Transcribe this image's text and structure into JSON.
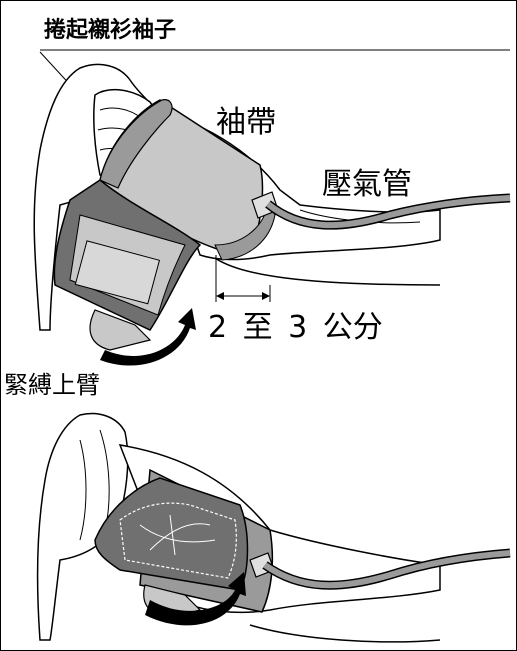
{
  "steps": {
    "step1_title": "捲起襯衫袖子",
    "step2_title": "緊縛上臂"
  },
  "labels": {
    "cuff": "袖帶",
    "air_tube": "壓氣管",
    "distance": "2 至 3 公分"
  },
  "colors": {
    "cuff_body": "#c8c8c8",
    "cuff_dark": "#707070",
    "cuff_band": "#9a9a9a",
    "line": "#000000",
    "arrow": "#000000"
  }
}
